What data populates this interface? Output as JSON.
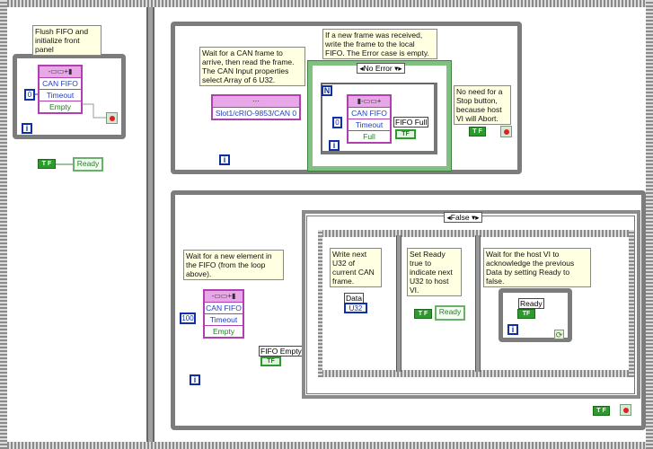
{
  "frame1": {
    "comment": "Flush FIFO and initialize front panel",
    "fifo_node": {
      "header": "-▭▭+▮",
      "rows": [
        "CAN FIFO",
        "Timeout",
        "Empty"
      ]
    },
    "timeout_const": "0",
    "iteration": "i",
    "bool_const": "T F",
    "ready_indicator": "Ready"
  },
  "top_loop": {
    "comment_can": "Wait for a CAN frame to arrive, then read the frame. The CAN Input properties select Array of 6 U32.",
    "can_node": {
      "header": "⋯",
      "resource": "Slot1/cRIO-9853/CAN 0"
    },
    "comment_fifo": "If a new frame was received, write the frame to the local FIFO. The Error case is empty.",
    "case_selector": "No Error",
    "for_count": "N",
    "fifo_write": {
      "header": "▮-▭▭+",
      "rows": [
        "CAN FIFO",
        "Timeout",
        "Full"
      ]
    },
    "timeout_const": "0",
    "fifo_full_label": "FIFO Full",
    "fifo_full_value": "TF",
    "for_iteration": "i",
    "loop_iteration": "i",
    "comment_stop": "No need for a Stop button, because host VI will Abort.",
    "bool_const": "T F"
  },
  "bottom_loop": {
    "comment_wait": "Wait for a new element in the FIFO (from the loop above).",
    "fifo_read": {
      "header": "-▭▭+▮",
      "rows": [
        "CAN FIFO",
        "Timeout",
        "Empty"
      ]
    },
    "timeout_const": "100",
    "fifo_empty_label": "FIFO Empty",
    "fifo_empty_value": "TF",
    "loop_iteration": "i",
    "case_selector": "False",
    "seq_frames": [
      {
        "comment": "Write next U32 of current CAN frame.",
        "data_label": "Data",
        "data_type": "U32"
      },
      {
        "comment": "Set Ready true to indicate next U32 to host VI.",
        "bool_const": "T F",
        "ready": "Ready"
      },
      {
        "comment": "Wait for the host VI to acknowledge the previous Data by setting Ready to false.",
        "ready_label": "Ready",
        "ready_value": "TF",
        "iteration": "i"
      }
    ],
    "bool_const": "T F"
  }
}
